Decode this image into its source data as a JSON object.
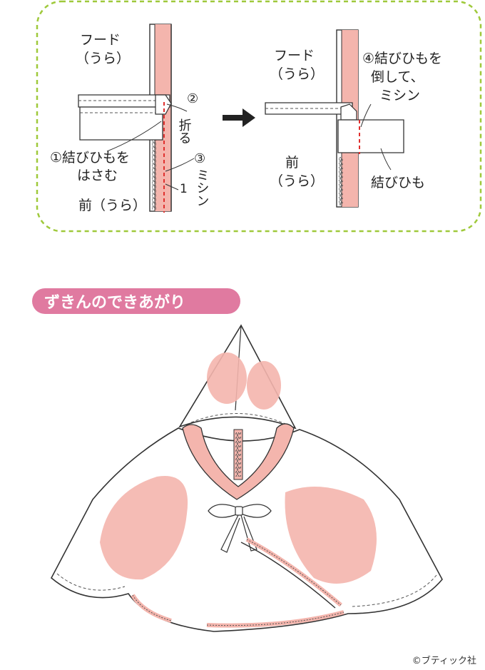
{
  "colors": {
    "frame": "#9fc93b",
    "pink": "#f4b5ad",
    "red_stitch": "#e0302e",
    "banner": "#e07aa0",
    "line": "#333333"
  },
  "step_left": {
    "hood_label_1": "フード",
    "hood_label_2": "（うら）",
    "fold_num": "②",
    "fold_text": "折る",
    "tie_line_1": "①結びひもを",
    "tie_line_2": "はさむ",
    "sew_num": "③",
    "sew_text": "ミシン",
    "measure": "1",
    "front_label": "前（うら）"
  },
  "step_right": {
    "hood_label_1": "フード",
    "hood_label_2": "（うら）",
    "note_1": "④結びひもを",
    "note_2": "倒して、",
    "note_3": "ミシン",
    "front_label_1": "前",
    "front_label_2": "（うら）",
    "tie_label": "結びひも"
  },
  "banner": {
    "title": "ずきんのできあがり"
  },
  "copyright": "©ブティック社"
}
